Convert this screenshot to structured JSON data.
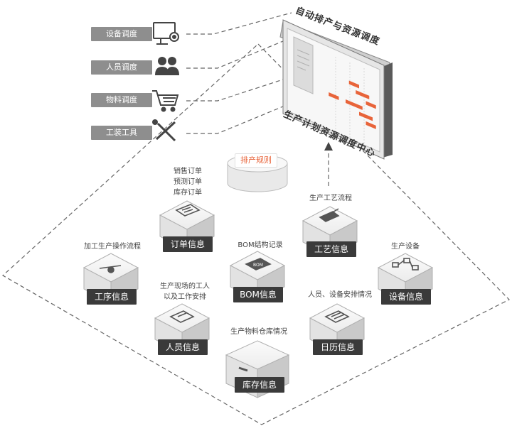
{
  "resource_tags": [
    {
      "label": "设备调度",
      "icon": "monitor-gear-icon"
    },
    {
      "label": "人员调度",
      "icon": "users-icon"
    },
    {
      "label": "物料调度",
      "icon": "cart-icon"
    },
    {
      "label": "工装工具",
      "icon": "tools-icon"
    }
  ],
  "center": {
    "title_top": "自动排产与资源调度",
    "title_bottom": "生产计划资源调度中心",
    "bar_color": "#e8643a"
  },
  "gantt_bars": [
    {
      "row": 1,
      "start": 4.5,
      "end": 6.0
    },
    {
      "row": 2,
      "start": 5.5,
      "end": 7.5
    },
    {
      "row": 3,
      "start": 7.0,
      "end": 8.5
    },
    {
      "row": 4,
      "start": 1.5,
      "end": 3.0
    },
    {
      "row": 4,
      "start": 4.0,
      "end": 6.5
    },
    {
      "row": 5,
      "start": 6.0,
      "end": 8.0
    },
    {
      "row": 6,
      "start": 7.0,
      "end": 8.5
    }
  ],
  "rules": {
    "label": "排产规则"
  },
  "modules": [
    {
      "name": "订单信息",
      "caption": [
        "销售订单",
        "预测订单",
        "库存订单"
      ],
      "icon": "document-icon"
    },
    {
      "name": "工艺信息",
      "caption": [
        "生产工艺流程"
      ],
      "icon": "brush-icon"
    },
    {
      "name": "工序信息",
      "caption": [
        "加工生产操作流程"
      ],
      "icon": "wrench-icon"
    },
    {
      "name": "BOM信息",
      "caption": [
        "BOM结构记录"
      ],
      "icon": "bom-box-icon",
      "icon_text": "BOM"
    },
    {
      "name": "设备信息",
      "caption": [
        "生产设备"
      ],
      "icon": "network-icon"
    },
    {
      "name": "人员信息",
      "caption": [
        "生产现场的工人",
        "以及工作安排"
      ],
      "icon": "clipboard-icon"
    },
    {
      "name": "日历信息",
      "caption": [
        "人员、设备安排情况"
      ],
      "icon": "calendar-icon"
    },
    {
      "name": "库存信息",
      "caption": [
        "生产物料仓库情况"
      ],
      "icon": "warehouse-box-icon"
    }
  ]
}
